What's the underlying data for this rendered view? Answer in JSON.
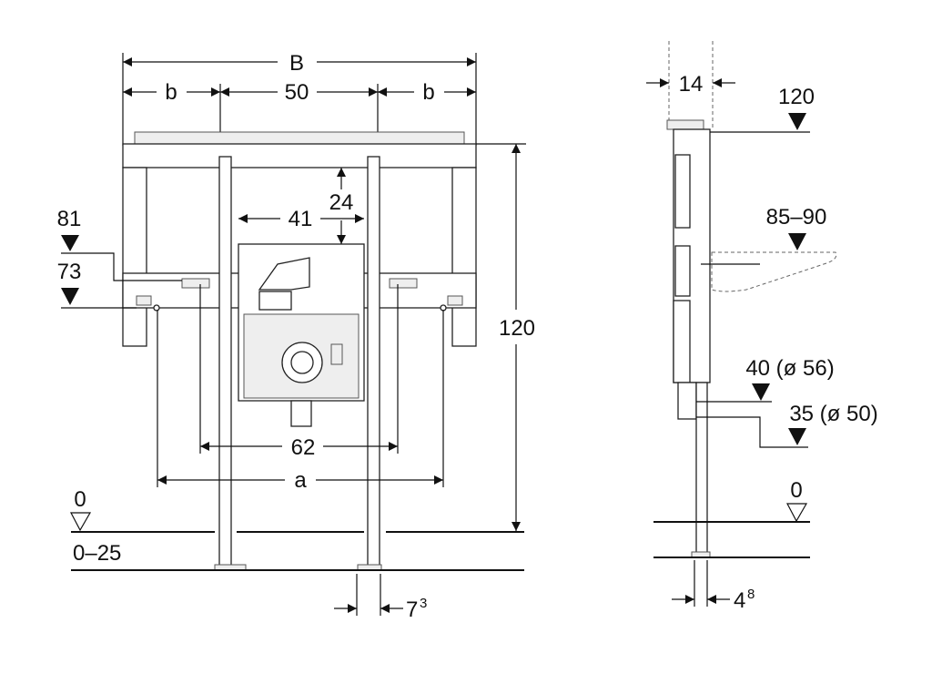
{
  "front_view": {
    "overall_width_label": "B",
    "side_width_label_left": "b",
    "center_width_label": "50",
    "side_width_label_right": "b",
    "height_label": "120",
    "cistern_offset_label": "24",
    "cistern_width_label": "41",
    "upper_level_label": "81",
    "lower_level_label": "73",
    "bolt_spacing_label": "62",
    "fixing_spacing_label": "a",
    "floor_level_label": "0",
    "floor_adjust_label": "0–25",
    "foot_width_base": "7",
    "foot_width_sup": "3"
  },
  "side_view": {
    "depth_label": "14",
    "top_height_label": "120",
    "bowl_height_label": "85–90",
    "drain_56_label": "40 (ø 56)",
    "drain_50_label": "35 (ø 50)",
    "floor_level_label": "0",
    "foot_depth_base": "4",
    "foot_depth_sup": "8"
  }
}
